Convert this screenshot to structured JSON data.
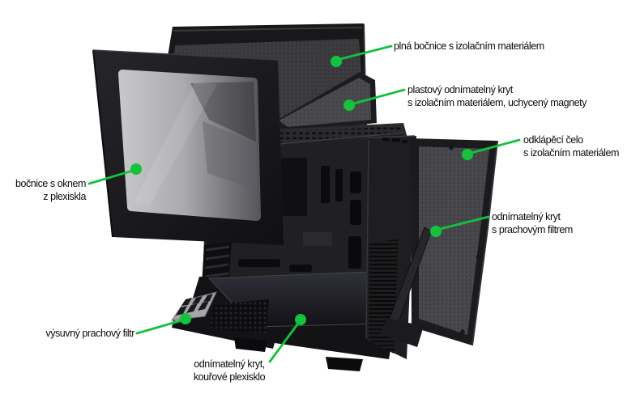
{
  "diagram": {
    "title": "annotated photo of a silent PC case with removable insulated panels",
    "background_color": "#ffffff",
    "annotation_color": "#12c33c",
    "label_text_color": "#0a0a0a",
    "case_color": "#1b1b1e",
    "insulation_color": "#46464a",
    "labels": [
      {
        "id": "full-side-panel",
        "lines": [
          "plná bočnice s izolačním materiálem"
        ]
      },
      {
        "id": "plastic-top-cover",
        "lines": [
          "plastový odnímatelný kryt",
          "s izolačním materiálem, uchycený magnety"
        ]
      },
      {
        "id": "hinged-front-door",
        "lines": [
          "odklápěcí čelo",
          "s izolačním materiálem"
        ]
      },
      {
        "id": "removable-dust-filter-cover",
        "lines": [
          "odnímatelný kryt",
          "s prachovým filtrem"
        ]
      },
      {
        "id": "window-side-panel",
        "lines": [
          "bočnice s oknem",
          "z plexiskla"
        ]
      },
      {
        "id": "slide-out-dust-filter",
        "lines": [
          "výsuvný prachový filtr"
        ]
      },
      {
        "id": "smoked-plexiglass-cover",
        "lines": [
          "odnímatelný kryt,",
          "kouřové plexisklo"
        ]
      }
    ]
  }
}
